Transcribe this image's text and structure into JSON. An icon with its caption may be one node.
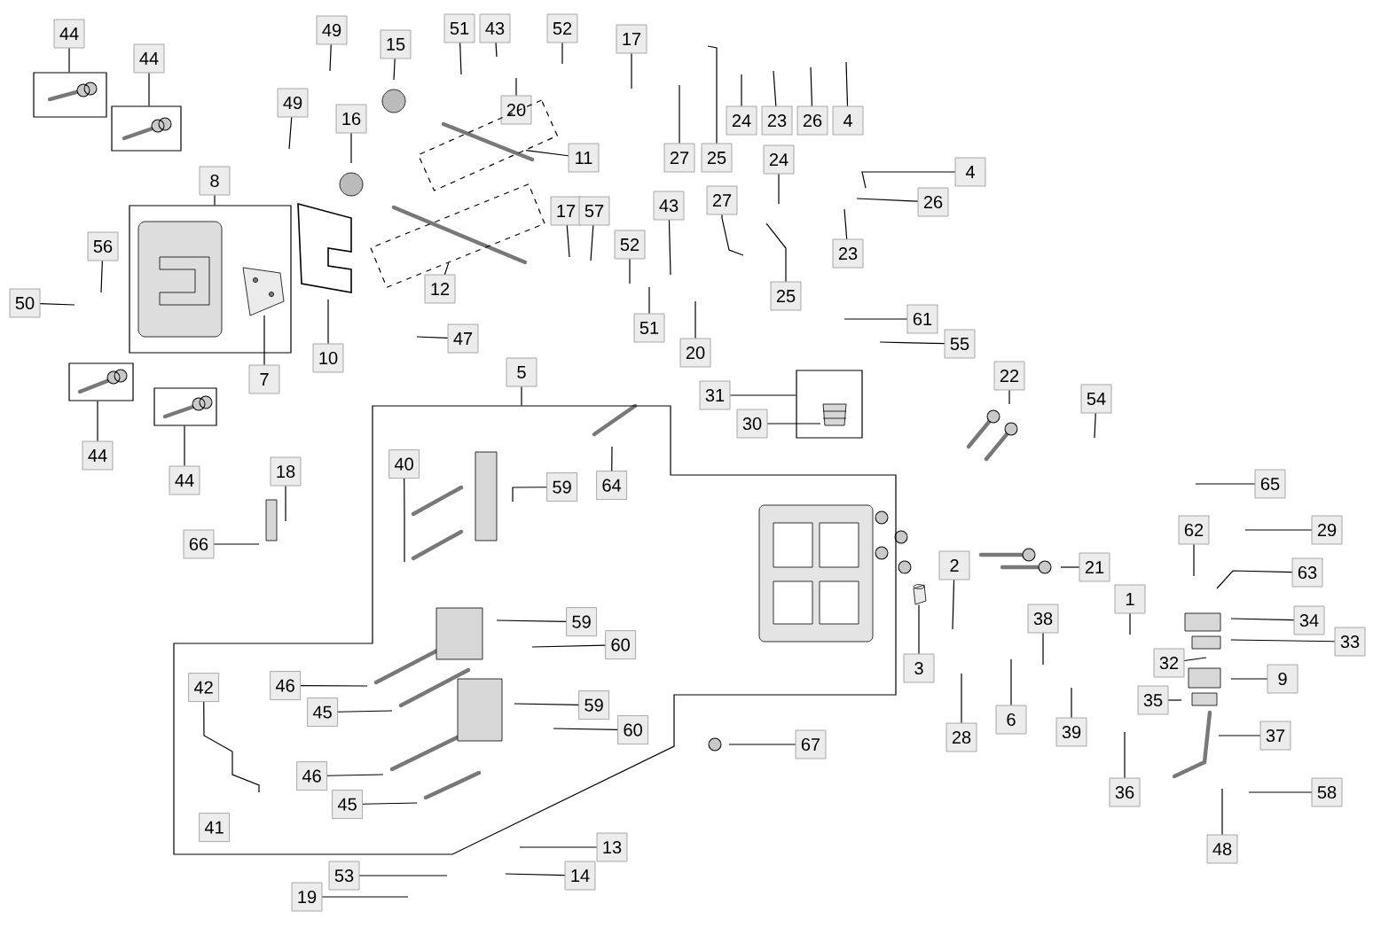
{
  "diagram": {
    "nodes": [
      {
        "text": [
          "44"
        ]
      },
      {
        "text": [],
        "shape": "box"
      },
      {
        "text": [
          "44"
        ]
      },
      {
        "text": [],
        "shape": "box"
      },
      {
        "text": [
          "49"
        ]
      },
      {
        "text": [
          "15"
        ]
      },
      {
        "text": [
          "51"
        ]
      },
      {
        "text": [
          "43"
        ]
      },
      {
        "text": [
          "52"
        ]
      },
      {
        "text": [
          "17"
        ]
      },
      {
        "text": [
          "20"
        ]
      },
      {
        "text": [
          "49"
        ]
      },
      {
        "text": [
          "16"
        ]
      },
      {
        "text": [
          "24"
        ]
      },
      {
        "text": [
          "23"
        ]
      },
      {
        "text": [
          "26"
        ]
      },
      {
        "text": [
          "4"
        ]
      },
      {
        "text": [
          "11"
        ]
      },
      {
        "text": [],
        "shape": "box"
      },
      {
        "text": [
          "27"
        ]
      },
      {
        "text": [
          "25"
        ]
      },
      {
        "text": [
          "24"
        ]
      },
      {
        "text": [
          "4"
        ]
      },
      {
        "text": [
          "8"
        ]
      },
      {
        "text": [],
        "shape": "box"
      },
      {
        "text": [
          "27"
        ]
      },
      {
        "text": [
          "26"
        ]
      },
      {
        "text": [
          "17"
        ]
      },
      {
        "text": [
          "57"
        ]
      },
      {
        "text": [
          "43"
        ]
      },
      {
        "text": [
          "56"
        ]
      },
      {
        "text": [
          "52"
        ]
      },
      {
        "text": [
          "23"
        ]
      },
      {
        "text": [
          "12"
        ]
      },
      {
        "text": [],
        "shape": "box"
      },
      {
        "text": [
          "25"
        ]
      },
      {
        "text": [
          "50"
        ]
      },
      {
        "text": [
          "61"
        ]
      },
      {
        "text": [
          "51"
        ]
      },
      {
        "text": [
          "47"
        ]
      },
      {
        "text": [
          "55"
        ]
      },
      {
        "text": [
          "20"
        ]
      },
      {
        "text": [
          "10"
        ]
      },
      {
        "text": [
          "5"
        ]
      },
      {
        "text": [],
        "shape": "box"
      },
      {
        "text": [
          "22"
        ]
      },
      {
        "text": [
          "7"
        ]
      },
      {
        "text": [
          "31"
        ]
      },
      {
        "text": [],
        "shape": "box"
      },
      {
        "text": [
          "54"
        ]
      },
      {
        "text": [
          "30"
        ]
      },
      {
        "text": [
          "44"
        ]
      },
      {
        "text": [],
        "shape": "box"
      },
      {
        "text": [
          "40"
        ],
        "in": 44
      },
      {
        "text": [
          "18"
        ]
      },
      {
        "text": [
          "44"
        ]
      },
      {
        "text": [],
        "shape": "box"
      },
      {
        "text": [
          "65"
        ]
      },
      {
        "text": [
          "64"
        ],
        "in": 44
      },
      {
        "text": [
          "59"
        ],
        "in": 44
      },
      {
        "text": [
          "62"
        ]
      },
      {
        "text": [
          "29"
        ]
      },
      {
        "text": [
          "66"
        ]
      },
      {
        "text": [
          "2"
        ]
      },
      {
        "text": [
          "21"
        ]
      },
      {
        "text": [
          "63"
        ]
      },
      {
        "text": [
          "1"
        ]
      },
      {
        "text": [
          "38"
        ]
      },
      {
        "text": [
          "34"
        ]
      },
      {
        "text": [
          "59"
        ],
        "in": 44
      },
      {
        "text": [
          "33"
        ]
      },
      {
        "text": [
          "60"
        ],
        "in": 44
      },
      {
        "text": [
          "32"
        ]
      },
      {
        "text": [
          "3"
        ]
      },
      {
        "text": [
          "9"
        ]
      },
      {
        "text": [
          "46"
        ],
        "in": 44
      },
      {
        "text": [
          "42"
        ],
        "in": 44
      },
      {
        "text": [
          "35"
        ]
      },
      {
        "text": [
          "59"
        ],
        "in": 44
      },
      {
        "text": [
          "45"
        ],
        "in": 44
      },
      {
        "text": [
          "6"
        ]
      },
      {
        "text": [
          "60"
        ],
        "in": 44
      },
      {
        "text": [
          "39"
        ]
      },
      {
        "text": [
          "28"
        ]
      },
      {
        "text": [
          "37"
        ]
      },
      {
        "text": [
          "67"
        ]
      },
      {
        "text": [
          "46"
        ],
        "in": 44
      },
      {
        "text": [
          "36"
        ]
      },
      {
        "text": [
          "58"
        ]
      },
      {
        "text": [
          "45"
        ],
        "in": 44
      },
      {
        "text": [
          "41"
        ],
        "in": 44
      },
      {
        "text": [
          "13"
        ]
      },
      {
        "text": [
          "48"
        ]
      },
      {
        "text": [
          "14"
        ]
      },
      {
        "text": [
          "53"
        ]
      },
      {
        "text": [
          "19"
        ]
      },
      {
        "text": [],
        "shape": "picture",
        "in": 24
      },
      {
        "text": [],
        "shape": "picture",
        "in": 48
      },
      {
        "text": [],
        "shape": "picture"
      }
    ],
    "edges": [
      {
        "from": 0,
        "to": 1,
        "arrow": "none"
      },
      {
        "from": 2,
        "to": 3,
        "arrow": "none"
      },
      {
        "from": 4,
        "to": null,
        "arrow": "none"
      },
      {
        "from": 5,
        "to": null,
        "arrow": "none"
      },
      {
        "from": 6,
        "to": null,
        "arrow": "none"
      },
      {
        "from": 7,
        "to": null,
        "arrow": "none"
      },
      {
        "from": 8,
        "to": null,
        "arrow": "none"
      },
      {
        "from": 9,
        "to": null,
        "arrow": "none"
      },
      {
        "from": 10,
        "to": null,
        "arrow": "none"
      },
      {
        "from": 11,
        "to": null,
        "arrow": "none"
      },
      {
        "from": 12,
        "to": null,
        "arrow": "none"
      },
      {
        "from": 13,
        "to": null,
        "arrow": "none"
      },
      {
        "from": 14,
        "to": null,
        "arrow": "none"
      },
      {
        "from": 15,
        "to": null,
        "arrow": "none"
      },
      {
        "from": 16,
        "to": null,
        "arrow": "none"
      },
      {
        "from": 17,
        "to": 18,
        "arrow": "none"
      },
      {
        "from": 19,
        "to": null,
        "arrow": "none"
      },
      {
        "from": 20,
        "to": null,
        "arrow": "none"
      },
      {
        "from": 21,
        "to": null,
        "arrow": "none"
      },
      {
        "from": 22,
        "to": null,
        "arrow": "none"
      },
      {
        "from": 23,
        "to": 24,
        "arrow": "none"
      },
      {
        "from": 25,
        "to": null,
        "arrow": "none"
      },
      {
        "from": 26,
        "to": null,
        "arrow": "none"
      },
      {
        "from": 27,
        "to": null,
        "arrow": "none"
      },
      {
        "from": 28,
        "to": null,
        "arrow": "none"
      },
      {
        "from": 29,
        "to": null,
        "arrow": "none"
      },
      {
        "from": 30,
        "to": null,
        "arrow": "none"
      },
      {
        "from": 31,
        "to": null,
        "arrow": "none"
      },
      {
        "from": 32,
        "to": null,
        "arrow": "none"
      },
      {
        "from": 33,
        "to": 34,
        "arrow": "none"
      },
      {
        "from": 35,
        "to": null,
        "arrow": "none"
      },
      {
        "from": 36,
        "to": null,
        "arrow": "none"
      },
      {
        "from": 37,
        "to": null,
        "arrow": "none"
      },
      {
        "from": 38,
        "to": null,
        "arrow": "none"
      },
      {
        "from": 39,
        "to": null,
        "arrow": "none"
      },
      {
        "from": 40,
        "to": null,
        "arrow": "none"
      },
      {
        "from": 41,
        "to": null,
        "arrow": "none"
      },
      {
        "from": 42,
        "to": null,
        "arrow": "none"
      },
      {
        "from": 43,
        "to": 44,
        "arrow": "none"
      },
      {
        "from": 45,
        "to": null,
        "arrow": "none"
      },
      {
        "from": 46,
        "to": 96,
        "arrow": "none"
      },
      {
        "from": 47,
        "to": 48,
        "arrow": "none"
      },
      {
        "from": 49,
        "to": null,
        "arrow": "none"
      },
      {
        "from": 50,
        "to": 97,
        "arrow": "none"
      },
      {
        "from": 51,
        "to": 52,
        "arrow": "none"
      },
      {
        "from": 53,
        "to": null,
        "arrow": "none"
      },
      {
        "from": 54,
        "to": null,
        "arrow": "none"
      },
      {
        "from": 55,
        "to": 56,
        "arrow": "none"
      },
      {
        "from": 57,
        "to": null,
        "arrow": "none"
      },
      {
        "from": 58,
        "to": null,
        "arrow": "none"
      },
      {
        "from": 59,
        "to": null,
        "arrow": "none"
      },
      {
        "from": 60,
        "to": null,
        "arrow": "none"
      },
      {
        "from": 61,
        "to": null,
        "arrow": "none"
      },
      {
        "from": 62,
        "to": null,
        "arrow": "none"
      },
      {
        "from": 63,
        "to": null,
        "arrow": "none"
      },
      {
        "from": 64,
        "to": null,
        "arrow": "none"
      },
      {
        "from": 65,
        "to": null,
        "arrow": "none"
      },
      {
        "from": 66,
        "to": null,
        "arrow": "none"
      },
      {
        "from": 67,
        "to": null,
        "arrow": "none"
      },
      {
        "from": 68,
        "to": null,
        "arrow": "none"
      },
      {
        "from": 69,
        "to": null,
        "arrow": "none"
      },
      {
        "from": 70,
        "to": null,
        "arrow": "none"
      },
      {
        "from": 71,
        "to": null,
        "arrow": "none"
      },
      {
        "from": 72,
        "to": null,
        "arrow": "none"
      },
      {
        "from": 73,
        "to": 98,
        "arrow": "none"
      },
      {
        "from": 74,
        "to": null,
        "arrow": "none"
      },
      {
        "from": 75,
        "to": null,
        "arrow": "none"
      },
      {
        "from": 76,
        "to": null,
        "arrow": "none"
      },
      {
        "from": 77,
        "to": null,
        "arrow": "none"
      },
      {
        "from": 78,
        "to": null,
        "arrow": "none"
      },
      {
        "from": 79,
        "to": null,
        "arrow": "none"
      },
      {
        "from": 80,
        "to": null,
        "arrow": "none"
      },
      {
        "from": 81,
        "to": null,
        "arrow": "none"
      },
      {
        "from": 82,
        "to": null,
        "arrow": "none"
      },
      {
        "from": 83,
        "to": null,
        "arrow": "none"
      },
      {
        "from": 84,
        "to": null,
        "arrow": "none"
      },
      {
        "from": 85,
        "to": null,
        "arrow": "none"
      },
      {
        "from": 86,
        "to": null,
        "arrow": "none"
      },
      {
        "from": 87,
        "to": null,
        "arrow": "none"
      },
      {
        "from": 88,
        "to": null,
        "arrow": "none"
      },
      {
        "from": 89,
        "to": null,
        "arrow": "none"
      },
      {
        "from": 91,
        "to": null,
        "arrow": "none"
      },
      {
        "from": 92,
        "to": null,
        "arrow": "none"
      },
      {
        "from": 93,
        "to": null,
        "arrow": "none"
      },
      {
        "from": 94,
        "to": null,
        "arrow": "none"
      },
      {
        "from": 95,
        "to": null,
        "arrow": "none"
      }
    ]
  }
}
